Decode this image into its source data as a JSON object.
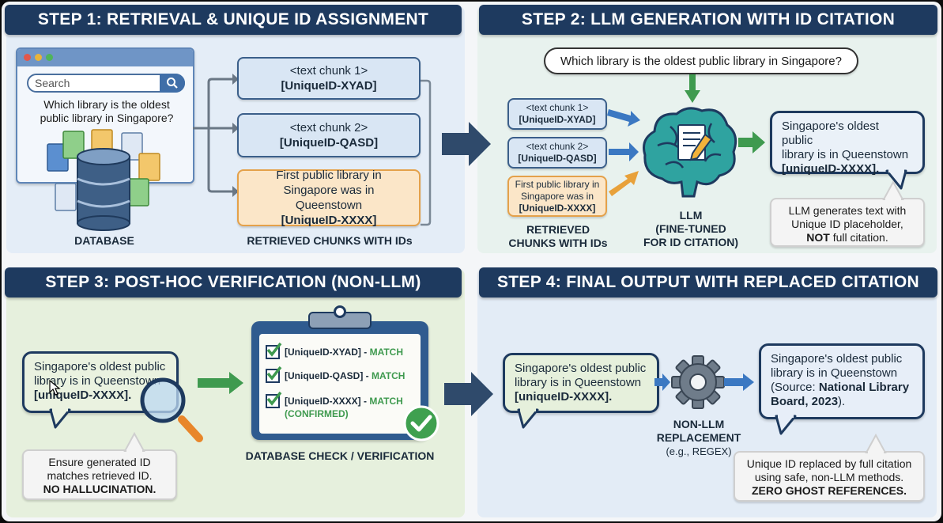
{
  "step1": {
    "title": "STEP 1: RETRIEVAL & UNIQUE ID ASSIGNMENT",
    "search_placeholder": "Search",
    "query": "Which library is the oldest public library in Singapore?",
    "database_label": "DATABASE",
    "chunks": [
      {
        "text": "<text chunk 1>",
        "id": "[UniqueID-XYAD]"
      },
      {
        "text": "<text chunk 2>",
        "id": "[UniqueID-QASD]"
      },
      {
        "text": "First public library in Singapore was in Queenstown",
        "id": "[UniqueID-XXXX]"
      }
    ],
    "chunks_label": "RETRIEVED CHUNKS WITH IDs"
  },
  "step2": {
    "title": "STEP 2: LLM GENERATION WITH ID CITATION",
    "query": "Which library is the oldest public library in Singapore?",
    "chunks": [
      {
        "text": "<text chunk 1>",
        "id": "[UniqueID-XYAD]"
      },
      {
        "text": "<text chunk 2>",
        "id": "[UniqueID-QASD]"
      },
      {
        "text": "First public library in Singapore was in",
        "id": "[UniqueID-XXXX]"
      }
    ],
    "chunks_label_1": "RETRIEVED",
    "chunks_label_2": "CHUNKS WITH IDs",
    "llm_label_1": "LLM",
    "llm_label_2": "(FINE-TUNED",
    "llm_label_3": "FOR ID CITATION)",
    "output_line1": "Singapore's oldest public",
    "output_line2": "library is in Queenstown",
    "output_id": "[uniqueID-XXXX].",
    "note_line1": "LLM generates text with",
    "note_line2": "Unique ID placeholder,",
    "note_bold": "NOT",
    "note_line3": "full citation."
  },
  "step3": {
    "title": "STEP 3: POST-HOC VERIFICATION (NON-LLM)",
    "bubble_line1": "Singapore's oldest public",
    "bubble_line2": "library is in Queenstown",
    "bubble_id": "[uniqueID-XXXX].",
    "checks": [
      {
        "id": "[UniqueID-XYAD] -",
        "status": "MATCH"
      },
      {
        "id": "[UniqueID-QASD] -",
        "status": "MATCH"
      },
      {
        "id": "[UniqueID-XXXX] -",
        "status": "MATCH",
        "extra": "(CONFIRMED)"
      }
    ],
    "clipboard_label": "DATABASE CHECK / VERIFICATION",
    "note_line1": "Ensure generated ID",
    "note_line2": "matches retrieved ID.",
    "note_bold": "NO HALLUCINATION."
  },
  "step4": {
    "title": "STEP 4: FINAL OUTPUT WITH REPLACED CITATION",
    "input_line1": "Singapore's oldest public",
    "input_line2": "library is in Queenstown",
    "input_id": "[uniqueID-XXXX].",
    "replacement_label_1": "NON-LLM",
    "replacement_label_2": "REPLACEMENT",
    "replacement_sub": "(e.g., REGEX)",
    "output_line1": "Singapore's oldest public",
    "output_line2": "library is in Queenstown",
    "output_line3_prefix": "(Source:",
    "output_source_1": "National Library",
    "output_source_2": "Board, 2023",
    "output_suffix": ").",
    "note_line1": "Unique ID replaced by full citation",
    "note_line2": "using safe, non-LLM methods.",
    "note_bold": "ZERO GHOST REFERENCES."
  },
  "colors": {
    "banner": "#1e3a5f",
    "arrow_dark": "#2f4a6b",
    "arrow_green": "#3f9a4f",
    "arrow_blue": "#3b78c2",
    "arrow_orange": "#e8a13a",
    "match_green": "#3f9a4f"
  }
}
